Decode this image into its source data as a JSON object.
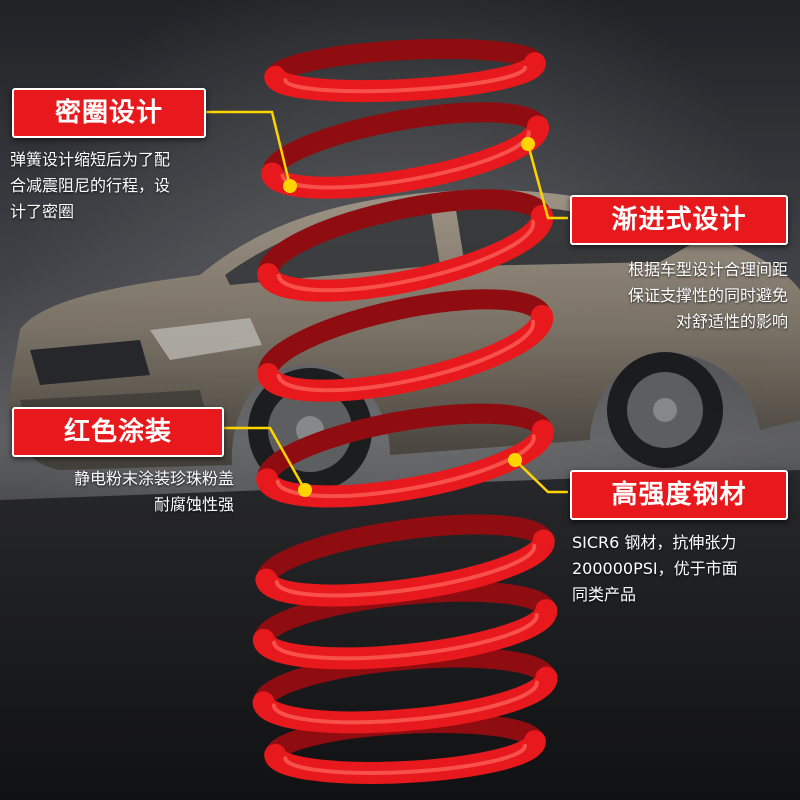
{
  "colors": {
    "spring_red": "#e8191c",
    "badge_red": "#e8191c",
    "leader_yellow": "#ffd400",
    "background_dark": "#2b2d31"
  },
  "icons": {
    "spring": "coil-spring-image",
    "car": "sedan-car-image"
  },
  "features": {
    "seal": {
      "title": "密圈设计",
      "lines": [
        "弹簧设计缩短后为了配",
        "合减震阻尼的行程，设",
        "计了密圈"
      ]
    },
    "progressive": {
      "title": "渐进式设计",
      "lines": [
        "根据车型设计合理间距",
        "保证支撑性的同时避免",
        "对舒适性的影响"
      ]
    },
    "paint": {
      "title": "红色涂装",
      "lines": [
        "静电粉末涂装珍珠粉盖",
        "耐腐蚀性强"
      ]
    },
    "steel": {
      "title": "高强度钢材",
      "lines": [
        "SICR6 钢材，抗伸张力",
        "200000PSI，优于市面",
        "同类产品"
      ]
    }
  }
}
